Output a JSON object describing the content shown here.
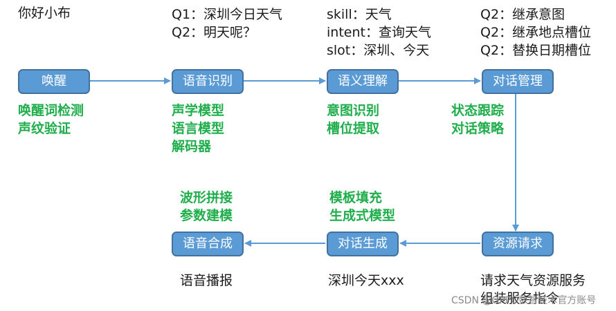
{
  "wake_text": "你好小布",
  "asr_queries": [
    "Q1：深圳今日天气",
    "Q2：明天呢？"
  ],
  "nlu_result": [
    "skill：天气",
    "intent：查询天气",
    "slot：深圳、今天"
  ],
  "dm_q2": [
    "Q2：继承意图",
    "Q2：继承地点槽位",
    "Q2：替换日期槽位"
  ],
  "nodes": {
    "wake": "唤醒",
    "asr": "语音识别",
    "nlu": "语义理解",
    "dm": "对话管理",
    "resource": "资源请求",
    "nlg": "对话生成",
    "tts": "语音合成"
  },
  "tech": {
    "wake": [
      "唤醒词检测",
      "声纹验证"
    ],
    "asr": [
      "声学模型",
      "语言模型",
      "解码器"
    ],
    "nlu": [
      "意图识别",
      "槽位提取"
    ],
    "dm": [
      "状态跟踪",
      "对话策略"
    ],
    "tts": [
      "波形拼接",
      "参数建模"
    ],
    "nlg": [
      "模板填充",
      "生成式模型"
    ]
  },
  "outputs": {
    "tts": "语音播报",
    "nlg": "深圳今天xxx",
    "resource": [
      "请求天气资源服务",
      "组装服务指令"
    ]
  },
  "watermark": "CSDN @OPPO数智技术官方账号",
  "colors": {
    "node_fill": "#5b9bd5",
    "node_border": "#41719c",
    "arrow": "#5b9bd5",
    "tech_text": "#1fae4b"
  }
}
